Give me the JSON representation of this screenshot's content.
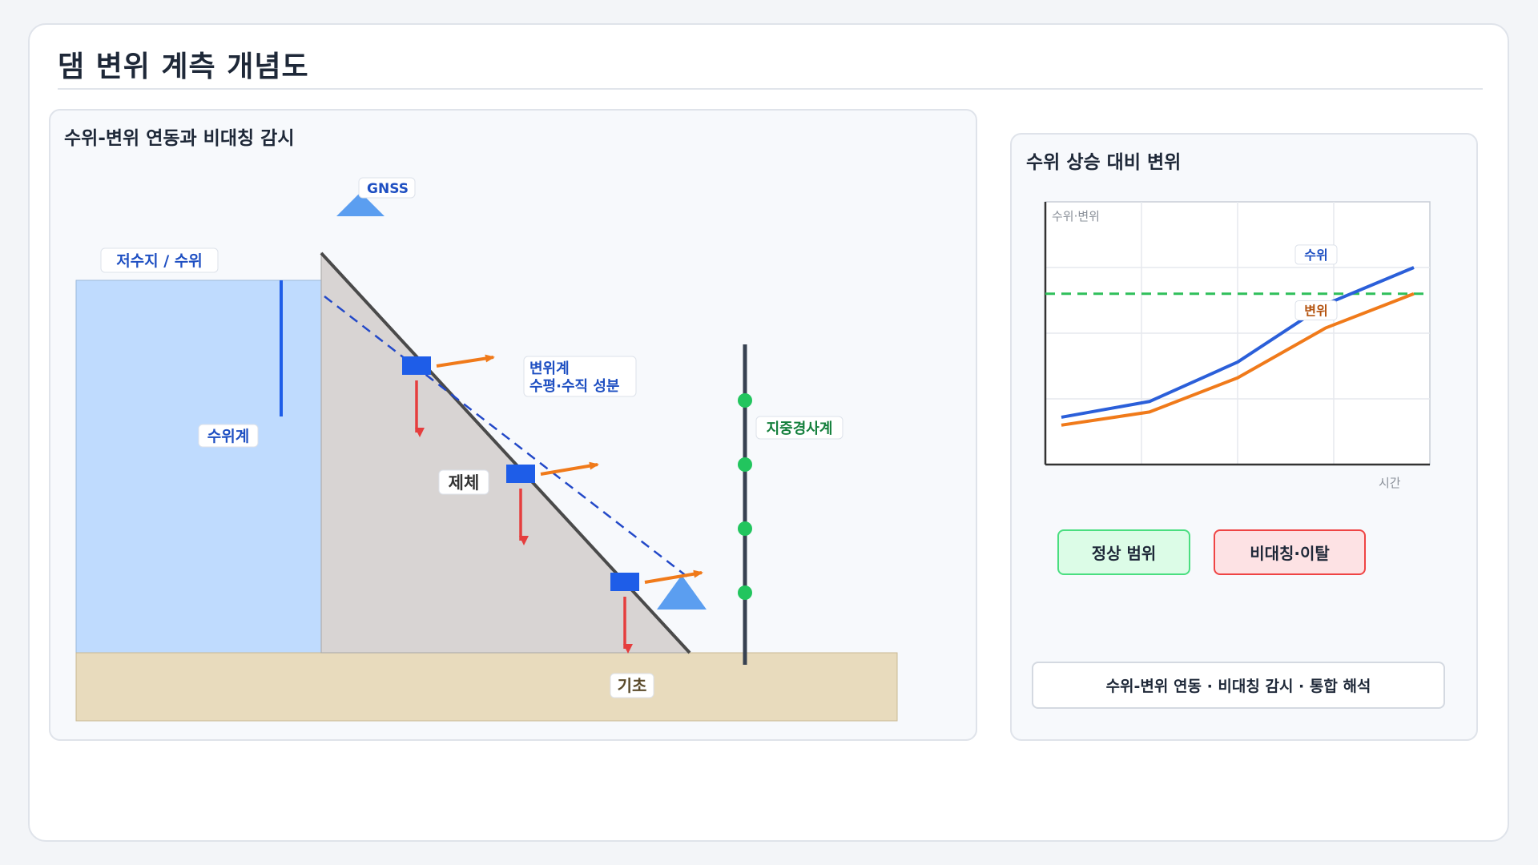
{
  "title": "댐 변위 계측 개념도",
  "left_panel": {
    "title": "수위-변위 연동과 비대칭 감시",
    "labels": {
      "gnss": "GNSS",
      "reservoir": "저수지 / 수위",
      "water_gauge": "수위계",
      "dam_body": "제체",
      "displacement_meter_line1": "변위계",
      "displacement_meter_line2": "수평·수직 성분",
      "inclinometer": "지중경사계",
      "foundation": "기초"
    }
  },
  "right_panel": {
    "title": "수위 상승 대비 변위",
    "chart_data": {
      "type": "line",
      "ylabel": "수위·변위",
      "xlabel": "시간",
      "series": [
        {
          "name": "수위",
          "color": "#2b5fd9",
          "values": [
            0.18,
            0.24,
            0.39,
            0.61,
            0.75
          ]
        },
        {
          "name": "변위",
          "color": "#f07a1a",
          "values": [
            0.15,
            0.2,
            0.33,
            0.52,
            0.65
          ]
        }
      ],
      "threshold": {
        "value": 0.65,
        "style": "dashed",
        "color": "#2fbf5a"
      },
      "grid": true
    },
    "status_normal": "정상 범위",
    "status_abnormal": "비대칭·이탈",
    "footer": "수위-변위 연동 · 비대칭 감시 · 통합 해석"
  },
  "colors": {
    "water": "#bfdbfe",
    "dam": "#d8d4d3",
    "foundation": "#e8dbbd",
    "sensor": "#1e5de8",
    "horizontal_arrow": "#f07a1a",
    "vertical_arrow": "#e53e3e",
    "inclinometer_node": "#22c55e"
  }
}
